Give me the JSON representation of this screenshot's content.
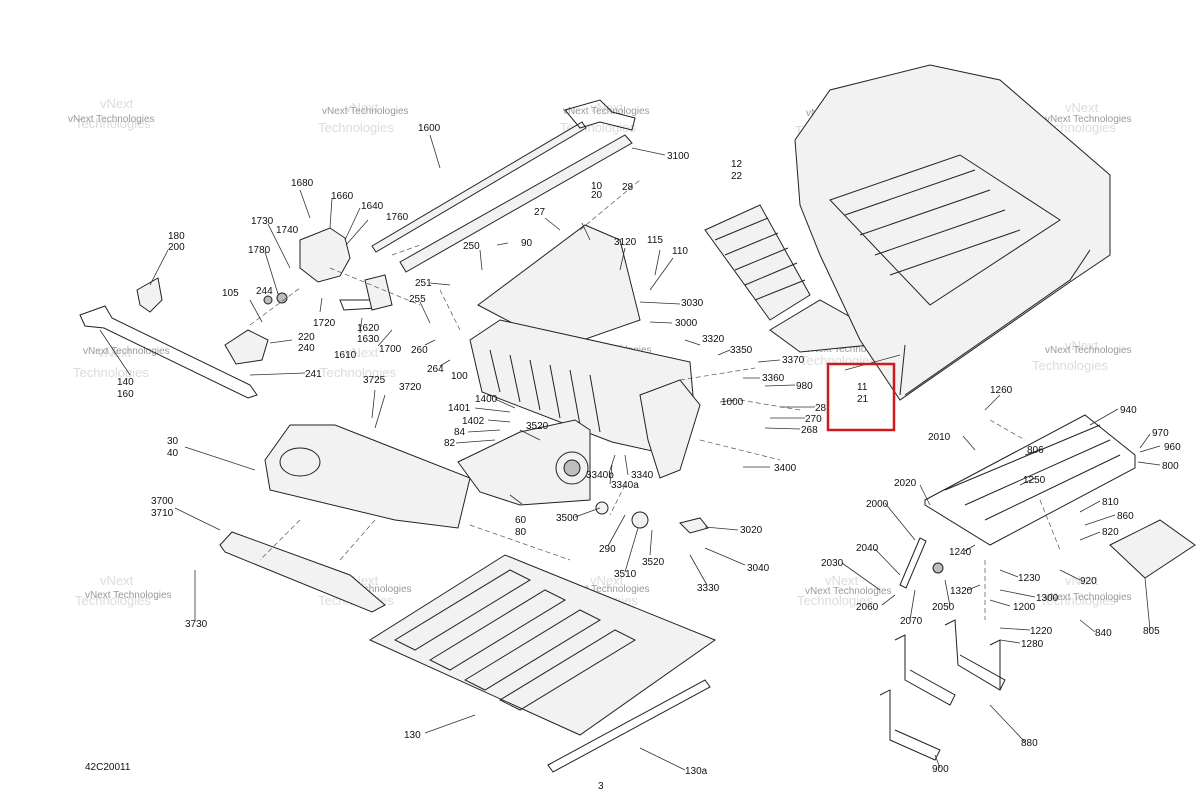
{
  "figure_id": "42C20011",
  "footer_mark": "3",
  "highlight_labels": [
    "11",
    "21"
  ],
  "colors": {
    "highlight": "#d0191d",
    "line": "#222222",
    "watermark": "#9a9a9a"
  },
  "watermark": {
    "line1": "vNext",
    "line2": "Technologies",
    "short": "vNext Technologies"
  },
  "callouts": [
    {
      "id": "c1600",
      "text": "1600"
    },
    {
      "id": "c3100",
      "text": "3100"
    },
    {
      "id": "c12",
      "text": "12"
    },
    {
      "id": "c22",
      "text": "22"
    },
    {
      "id": "c1680",
      "text": "1680"
    },
    {
      "id": "c1660",
      "text": "1660"
    },
    {
      "id": "c1640",
      "text": "1640"
    },
    {
      "id": "c1760",
      "text": "1760"
    },
    {
      "id": "c1730",
      "text": "1730"
    },
    {
      "id": "c1740",
      "text": "1740"
    },
    {
      "id": "c1780",
      "text": "1780"
    },
    {
      "id": "c180",
      "text": "180"
    },
    {
      "id": "c200",
      "text": "200"
    },
    {
      "id": "c10",
      "text": "10"
    },
    {
      "id": "c20",
      "text": "20"
    },
    {
      "id": "c28a",
      "text": "28"
    },
    {
      "id": "c27",
      "text": "27"
    },
    {
      "id": "c250",
      "text": "250"
    },
    {
      "id": "c90",
      "text": "90"
    },
    {
      "id": "c3120",
      "text": "3120"
    },
    {
      "id": "c115",
      "text": "115"
    },
    {
      "id": "c110",
      "text": "110"
    },
    {
      "id": "c105",
      "text": "105"
    },
    {
      "id": "c244",
      "text": "244"
    },
    {
      "id": "c251",
      "text": "251"
    },
    {
      "id": "c255",
      "text": "255"
    },
    {
      "id": "c3030",
      "text": "3030"
    },
    {
      "id": "c3000",
      "text": "3000"
    },
    {
      "id": "c1720",
      "text": "1720"
    },
    {
      "id": "c1620",
      "text": "1620"
    },
    {
      "id": "c1630",
      "text": "1630"
    },
    {
      "id": "c1610",
      "text": "1610"
    },
    {
      "id": "c1700",
      "text": "1700"
    },
    {
      "id": "c220",
      "text": "220"
    },
    {
      "id": "c240",
      "text": "240"
    },
    {
      "id": "c260",
      "text": "260"
    },
    {
      "id": "c3320",
      "text": "3320"
    },
    {
      "id": "c3350",
      "text": "3350"
    },
    {
      "id": "c3370",
      "text": "3370"
    },
    {
      "id": "c264",
      "text": "264"
    },
    {
      "id": "c100",
      "text": "100"
    },
    {
      "id": "c241",
      "text": "241"
    },
    {
      "id": "c140",
      "text": "140"
    },
    {
      "id": "c160",
      "text": "160"
    },
    {
      "id": "c3725",
      "text": "3725"
    },
    {
      "id": "c3720",
      "text": "3720"
    },
    {
      "id": "c3360",
      "text": "3360"
    },
    {
      "id": "c980",
      "text": "980"
    },
    {
      "id": "c1400",
      "text": "1400"
    },
    {
      "id": "c1000",
      "text": "1000"
    },
    {
      "id": "c28b",
      "text": "28"
    },
    {
      "id": "c270",
      "text": "270"
    },
    {
      "id": "c268",
      "text": "268"
    },
    {
      "id": "c1401",
      "text": "1401"
    },
    {
      "id": "c1402",
      "text": "1402"
    },
    {
      "id": "c84",
      "text": "84"
    },
    {
      "id": "c82",
      "text": "82"
    },
    {
      "id": "c3520a",
      "text": "3520"
    },
    {
      "id": "c30",
      "text": "30"
    },
    {
      "id": "c40",
      "text": "40"
    },
    {
      "id": "c3400",
      "text": "3400"
    },
    {
      "id": "c3340b",
      "text": "3340b"
    },
    {
      "id": "c3340",
      "text": "3340"
    },
    {
      "id": "c3340a",
      "text": "3340a"
    },
    {
      "id": "c3700",
      "text": "3700"
    },
    {
      "id": "c3710",
      "text": "3710"
    },
    {
      "id": "c60",
      "text": "60"
    },
    {
      "id": "c80",
      "text": "80"
    },
    {
      "id": "c3500",
      "text": "3500"
    },
    {
      "id": "c3020",
      "text": "3020"
    },
    {
      "id": "c290",
      "text": "290"
    },
    {
      "id": "c3520b",
      "text": "3520"
    },
    {
      "id": "c3040",
      "text": "3040"
    },
    {
      "id": "c3510",
      "text": "3510"
    },
    {
      "id": "c3330",
      "text": "3330"
    },
    {
      "id": "c3730",
      "text": "3730"
    },
    {
      "id": "c130",
      "text": "130"
    },
    {
      "id": "c130a",
      "text": "130a"
    },
    {
      "id": "c11",
      "text": "11"
    },
    {
      "id": "c21",
      "text": "21"
    },
    {
      "id": "c1260",
      "text": "1260"
    },
    {
      "id": "c940",
      "text": "940"
    },
    {
      "id": "c2010",
      "text": "2010"
    },
    {
      "id": "c806",
      "text": "806"
    },
    {
      "id": "c970",
      "text": "970"
    },
    {
      "id": "c960",
      "text": "960"
    },
    {
      "id": "c800",
      "text": "800"
    },
    {
      "id": "c1250",
      "text": "1250"
    },
    {
      "id": "c2020",
      "text": "2020"
    },
    {
      "id": "c810",
      "text": "810"
    },
    {
      "id": "c2000",
      "text": "2000"
    },
    {
      "id": "c860",
      "text": "860"
    },
    {
      "id": "c820",
      "text": "820"
    },
    {
      "id": "c2040",
      "text": "2040"
    },
    {
      "id": "c1240",
      "text": "1240"
    },
    {
      "id": "c2030",
      "text": "2030"
    },
    {
      "id": "c1230",
      "text": "1230"
    },
    {
      "id": "c920",
      "text": "920"
    },
    {
      "id": "c1320",
      "text": "1320"
    },
    {
      "id": "c1300",
      "text": "1300"
    },
    {
      "id": "c2060",
      "text": "2060"
    },
    {
      "id": "c2050",
      "text": "2050"
    },
    {
      "id": "c1200",
      "text": "1200"
    },
    {
      "id": "c2070",
      "text": "2070"
    },
    {
      "id": "c1220",
      "text": "1220"
    },
    {
      "id": "c840",
      "text": "840"
    },
    {
      "id": "c805",
      "text": "805"
    },
    {
      "id": "c1280",
      "text": "1280"
    },
    {
      "id": "c880",
      "text": "880"
    },
    {
      "id": "c900",
      "text": "900"
    }
  ]
}
